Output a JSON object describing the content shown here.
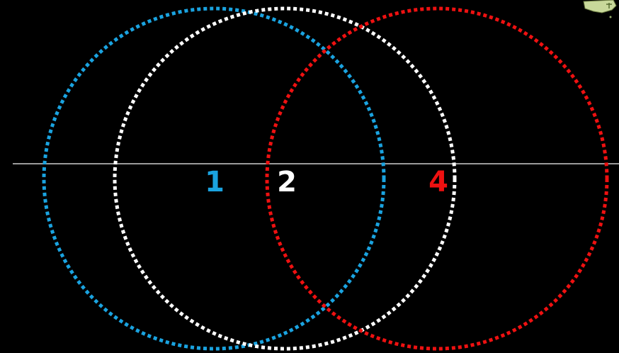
{
  "background_color": "#000000",
  "axis_line_color": "#9a9a9a",
  "circles": [
    {
      "id": "1",
      "label": "1",
      "color": "#1aa3e0",
      "style": "dotted"
    },
    {
      "id": "2",
      "label": "2",
      "color": "#ffffff",
      "style": "dotted"
    },
    {
      "id": "4",
      "label": "4",
      "color": "#ee1111",
      "style": "dotted"
    }
  ],
  "corner_image": {
    "icon": "map-thumbnail-icon",
    "color": "#c8d89a"
  }
}
